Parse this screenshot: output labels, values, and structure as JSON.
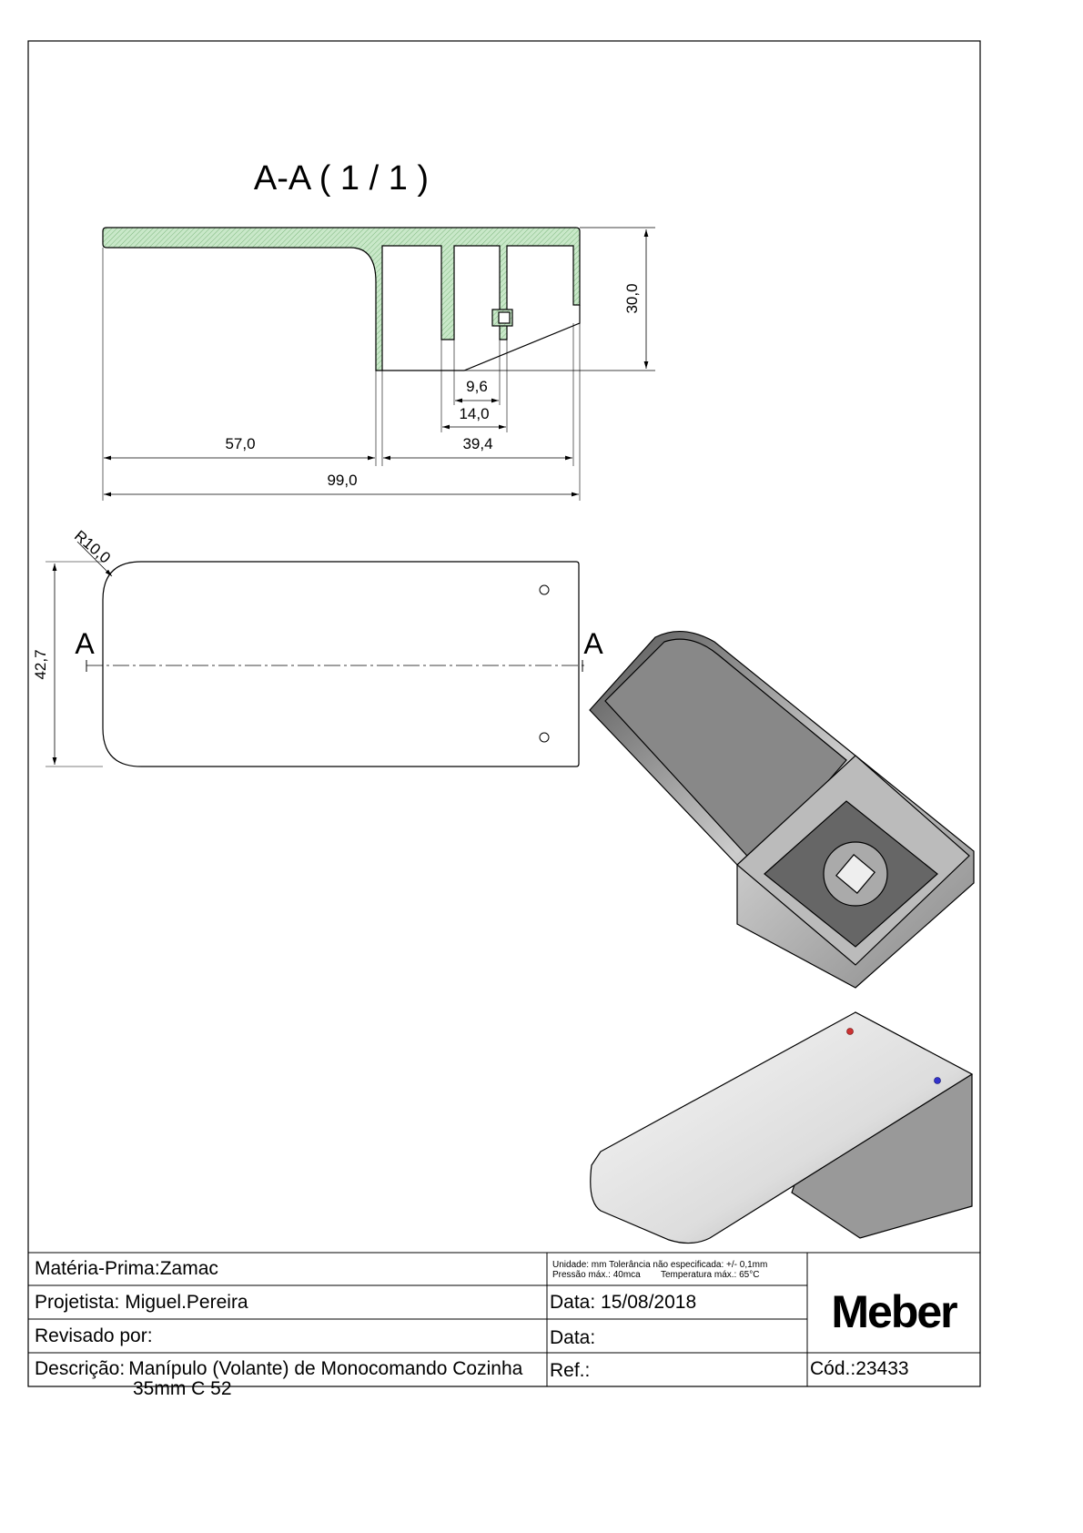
{
  "section_title": "A-A ( 1 / 1 )",
  "dimensions": {
    "d30": "30,0",
    "d9_6": "9,6",
    "d14": "14,0",
    "d57": "57,0",
    "d39_4": "39,4",
    "d99": "99,0",
    "r10": "R10,0",
    "d42_7": "42,7"
  },
  "section_marks": {
    "left": "A",
    "right": "A"
  },
  "title_block": {
    "materia_label": "Matéria-Prima:",
    "materia_value": "Zamac",
    "notes_line1": "Unidade: mm Tolerância não especificada: +/- 0,1mm",
    "notes_line2": "Pressão máx.: 40mca",
    "notes_line3": "Temperatura máx.: 65°C",
    "projetista_label": "Projetista:",
    "projetista_value": "Miguel.Pereira",
    "data_label": "Data:",
    "data_value": "15/08/2018",
    "revisado_label": "Revisado por:",
    "data2_label": "Data:",
    "descricao_label": "Descrição:",
    "descricao_value1": "Manípulo (Volante) de Monocomando Cozinha",
    "descricao_value2": "35mm C 52",
    "ref_label": "Ref.:",
    "cod_label": "Cód.:",
    "cod_value": "23433",
    "logo": "Meber"
  },
  "colors": {
    "hatch": "#bfe3bf",
    "line": "#000000"
  }
}
